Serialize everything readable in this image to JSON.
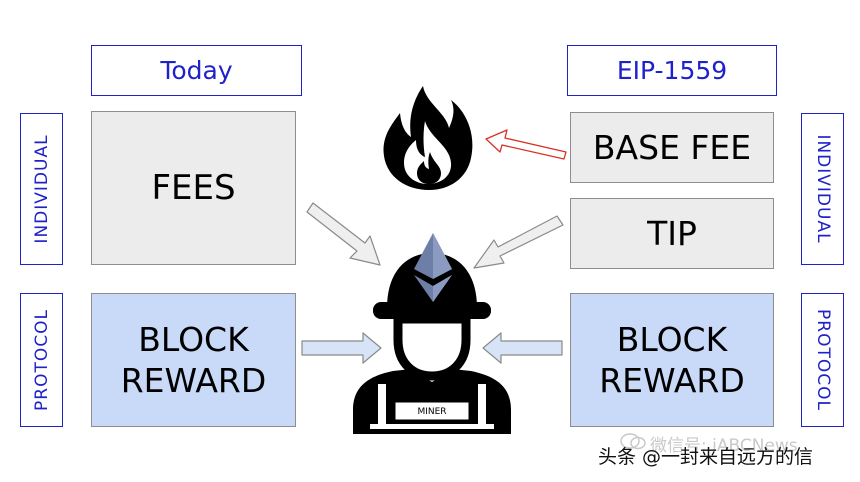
{
  "headers": {
    "left": "Today",
    "right": "EIP-1559"
  },
  "side_labels": {
    "individual_left": "INDIVIDUAL",
    "protocol_left": "PROTOCOL",
    "individual_right": "INDIVIDUAL",
    "protocol_right": "PROTOCOL"
  },
  "boxes": {
    "fees": "FEES",
    "block_reward_left_line1": "BLOCK",
    "block_reward_left_line2": "REWARD",
    "base_fee": "BASE FEE",
    "tip": "TIP",
    "block_reward_right_line1": "BLOCK",
    "block_reward_right_line2": "REWARD"
  },
  "miner_badge": "MINER",
  "icons": {
    "fire": "fire-icon",
    "miner": "miner-icon",
    "ethereum": "ethereum-icon"
  },
  "colors": {
    "header_border": "#1f22c9",
    "individual_fill": "#ececec",
    "protocol_fill": "#c9daf8",
    "burn_arrow": "#d93025"
  },
  "watermark": {
    "main": "头条 @一封来自远方的信",
    "ghost": "微信号: iABCNews"
  }
}
